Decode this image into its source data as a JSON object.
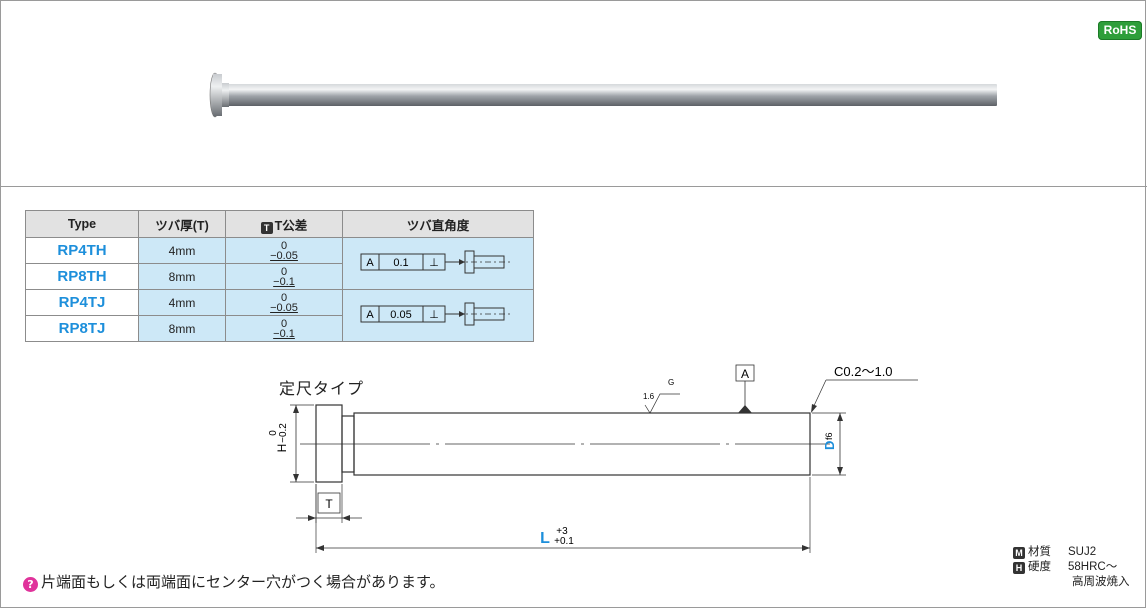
{
  "badge": {
    "rohs": "RoHS"
  },
  "table": {
    "headers": {
      "type": "Type",
      "thickness": "ツバ厚(T)",
      "tolerance_icon": "T",
      "tolerance": "T公差",
      "squareness": "ツバ直角度"
    },
    "rows": [
      {
        "type": "RP4TH",
        "thickness": "4mm",
        "tol_upper": "0",
        "tol_lower": "−0.05"
      },
      {
        "type": "RP8TH",
        "thickness": "8mm",
        "tol_upper": "0",
        "tol_lower": "−0.1"
      },
      {
        "type": "RP4TJ",
        "thickness": "4mm",
        "tol_upper": "0",
        "tol_lower": "−0.05"
      },
      {
        "type": "RP8TJ",
        "thickness": "8mm",
        "tol_upper": "0",
        "tol_lower": "−0.1"
      }
    ],
    "squareness": [
      {
        "datum": "A",
        "value": "0.1",
        "symbol": "⊥"
      },
      {
        "datum": "A",
        "value": "0.05",
        "symbol": "⊥"
      }
    ]
  },
  "drawing": {
    "type_label": "定尺タイプ",
    "datum": "A",
    "chamfer": "C0.2～1.0",
    "roughness_1": "1.6",
    "roughness_2": "G",
    "h_label": "H",
    "h_tol_upper": "0",
    "h_tol_lower": "−0.2",
    "t_label": "T",
    "l_label": "L",
    "l_tol_upper": "+3",
    "l_tol_lower": "+0.1",
    "d_label": "D",
    "d_tol": "f6"
  },
  "note": {
    "icon": "?",
    "text": "片端面もしくは両端面にセンター穴がつく場合があります。"
  },
  "material": {
    "m_icon": "M",
    "m_label": "材質",
    "m_value": "SUJ2",
    "h_icon": "H",
    "h_label": "硬度",
    "h_value": "58HRC～",
    "h_value2": "高周波焼入"
  },
  "colors": {
    "accent": "#1d8fdb",
    "cell": "#cde8f7",
    "rohs": "#2e9e3a",
    "warn": "#e0339b"
  }
}
